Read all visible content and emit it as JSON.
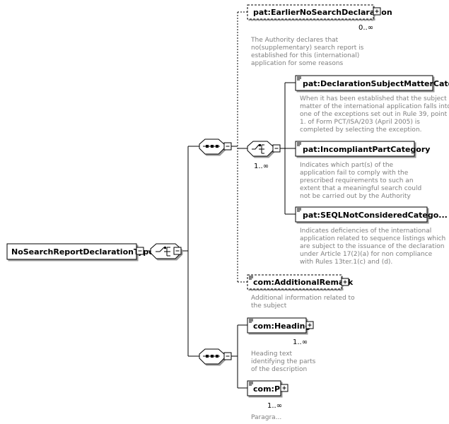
{
  "root": {
    "label": "NoSearchReportDeclarationType"
  },
  "elements": {
    "earlier": {
      "label": "pat:EarlierNoSearchDeclaration",
      "occurrence": "0..∞",
      "doc": [
        "The Authority declares that",
        "no(supplementary) search report is",
        "established for this (international)",
        "application for some reasons"
      ]
    },
    "subject": {
      "label": "pat:DeclarationSubjectMatterCate...",
      "doc": [
        "When it has been established that the subject",
        "matter of the international application falls into",
        "one of the exceptions set out in Rule 39, point",
        "1. of Form PCT/ISA/203 (April 2005) is",
        "completed by selecting the exception."
      ]
    },
    "incompliant": {
      "label": "pat:IncompliantPartCategory",
      "doc": [
        "Indicates which part(s) of the",
        "application fail to comply with the",
        "prescribed requirements to such an",
        "extent that a meaningful search could",
        "not be carried out by the Authority"
      ]
    },
    "seql": {
      "label": "pat:SEQLNotConsideredCatego...",
      "doc": [
        "Indicates deficiencies of the international",
        "application related to sequence listings which",
        "are subject to the issuance of the declaration",
        "under Article 17(2)(a) for non compliance",
        "with Rules 13ter.1(c) and (d)."
      ]
    },
    "remark": {
      "label": "com:AdditionalRemark",
      "doc": [
        "Additional information related to",
        "the subject"
      ]
    },
    "heading": {
      "label": "com:Heading",
      "occurrence": "1..∞",
      "doc": [
        "Heading text",
        "identifying the parts",
        "of the description"
      ]
    },
    "p": {
      "label": "com:P",
      "occurrence": "1..∞",
      "doc": [
        "Paragra..."
      ]
    }
  },
  "choice": {
    "occurrence": "1..∞"
  }
}
